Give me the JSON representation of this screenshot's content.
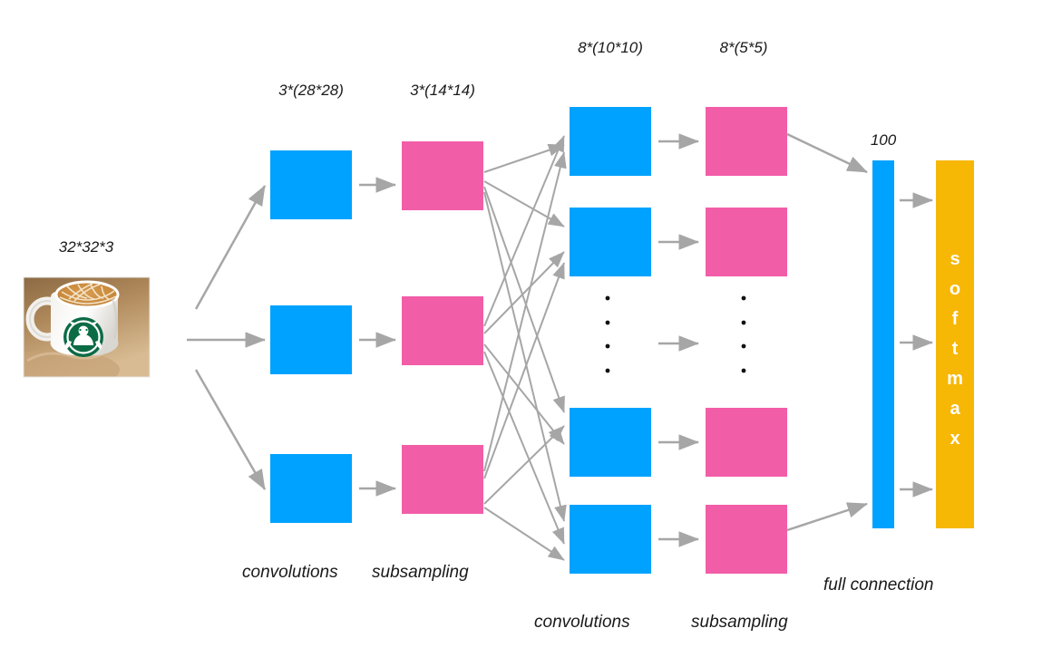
{
  "diagram": {
    "title": "CNN architecture diagram",
    "colors": {
      "conv_blue": "#00A2FF",
      "pool_pink": "#F25DA8",
      "softmax_orange": "#F7B705",
      "arrow_gray": "#A6A6A6",
      "text_black": "#1A1A1A",
      "background": "#FFFFFF"
    },
    "input": {
      "label": "32*32*3",
      "image_name": "starbucks-coffee-mug-photo",
      "image_alt": "Photograph of a white Starbucks mug with latte art"
    },
    "layer_labels": {
      "conv1": "3*(28*28)",
      "pool1": "3*(14*14)",
      "conv2": "8*(10*10)",
      "pool2": "8*(5*5)",
      "fc": "100"
    },
    "captions": {
      "row1_convolutions": "convolutions",
      "row1_subsampling": "subsampling",
      "row2_convolutions": "convolutions",
      "row2_subsampling": "subsampling",
      "full_connection": "full connection"
    },
    "softmax": {
      "label": "softmax",
      "letters": [
        "s",
        "o",
        "f",
        "t",
        "m",
        "a",
        "x"
      ]
    },
    "ellipsis": {
      "dot_count": 4,
      "glyph": "."
    },
    "stages": [
      {
        "name": "input",
        "kind": "image",
        "count": 1,
        "label": "32*32*3"
      },
      {
        "name": "conv1",
        "kind": "conv",
        "count": 3,
        "label": "3*(28*28)",
        "color": "#00A2FF"
      },
      {
        "name": "pool1",
        "kind": "pool",
        "count": 3,
        "label": "3*(14*14)",
        "color": "#F25DA8"
      },
      {
        "name": "conv2",
        "kind": "conv",
        "count": 8,
        "label": "8*(10*10)",
        "color": "#00A2FF"
      },
      {
        "name": "pool2",
        "kind": "pool",
        "count": 8,
        "label": "8*(5*5)",
        "color": "#F25DA8"
      },
      {
        "name": "fc",
        "kind": "dense",
        "count": 100,
        "label": "100",
        "color": "#00A2FF"
      },
      {
        "name": "softmax",
        "kind": "output",
        "label": "softmax",
        "color": "#F7B705"
      }
    ]
  }
}
